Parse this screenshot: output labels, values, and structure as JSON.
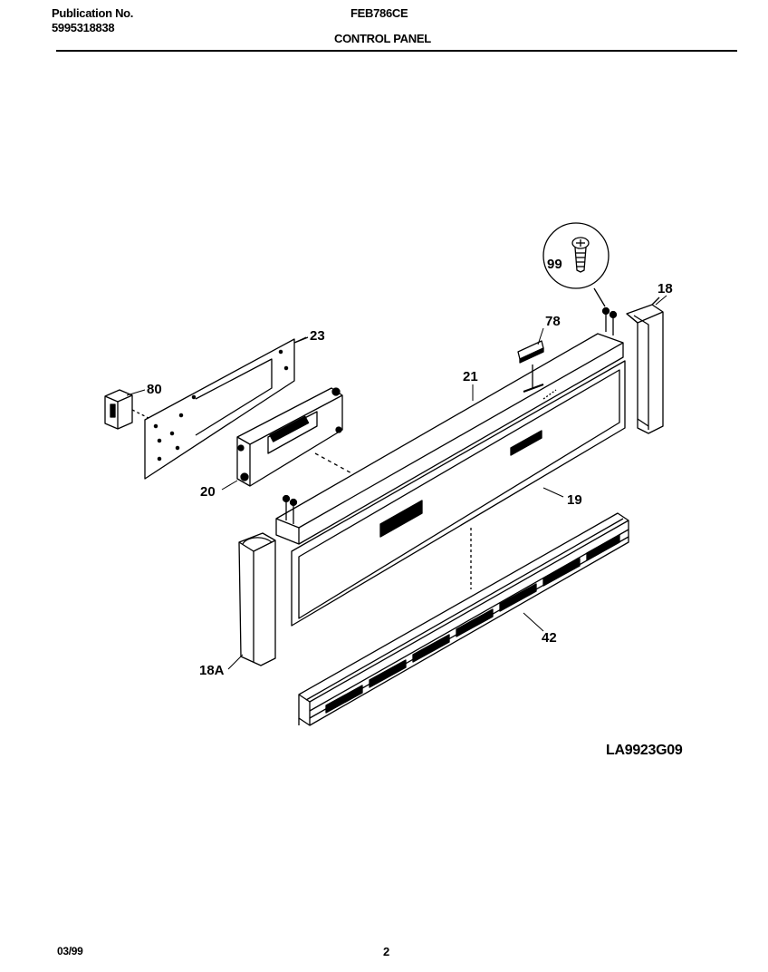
{
  "header": {
    "publication_label": "Publication No.",
    "publication_number": "5995318838",
    "model": "FEB786CE",
    "section": "CONTROL PANEL"
  },
  "diagram": {
    "drawing_id": "LA9923G09",
    "callouts": [
      "99",
      "18",
      "78",
      "23",
      "21",
      "80",
      "20",
      "19",
      "18A",
      "42"
    ]
  },
  "footer": {
    "date": "03/99",
    "page": "2"
  }
}
